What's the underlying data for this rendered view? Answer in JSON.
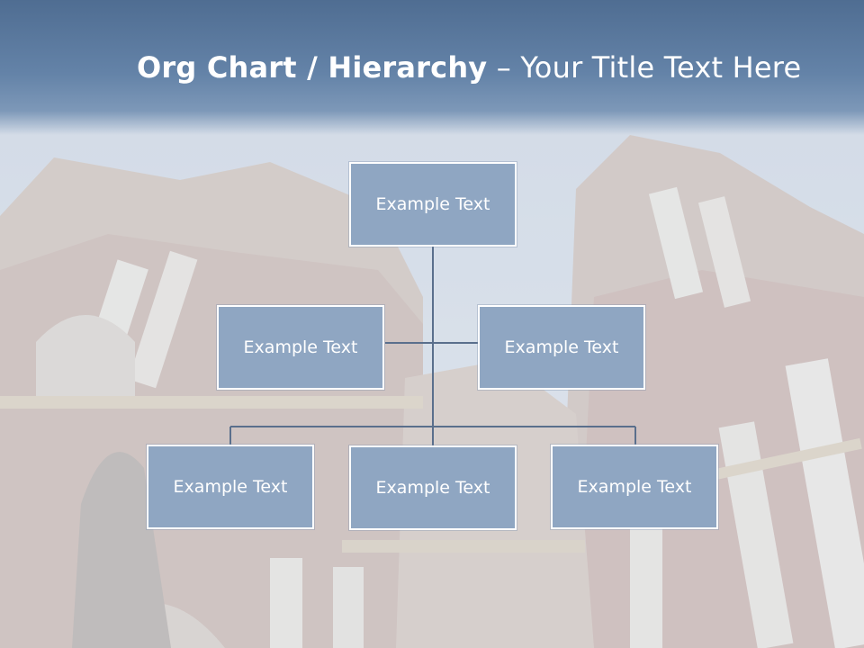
{
  "slide": {
    "title_bold": "Org Chart / Hierarchy",
    "title_sep": " – ",
    "title_rest": "Your Title Text Here"
  },
  "org_chart": {
    "root": "Example Text",
    "assistant_left": "Example Text",
    "assistant_right": "Example Text",
    "children": [
      "Example Text",
      "Example Text",
      "Example Text"
    ]
  },
  "colors": {
    "header": "#5f7ea3",
    "node_fill": "#8fa6c2",
    "node_border": "#ffffff",
    "connector": "#5a6f8c"
  }
}
